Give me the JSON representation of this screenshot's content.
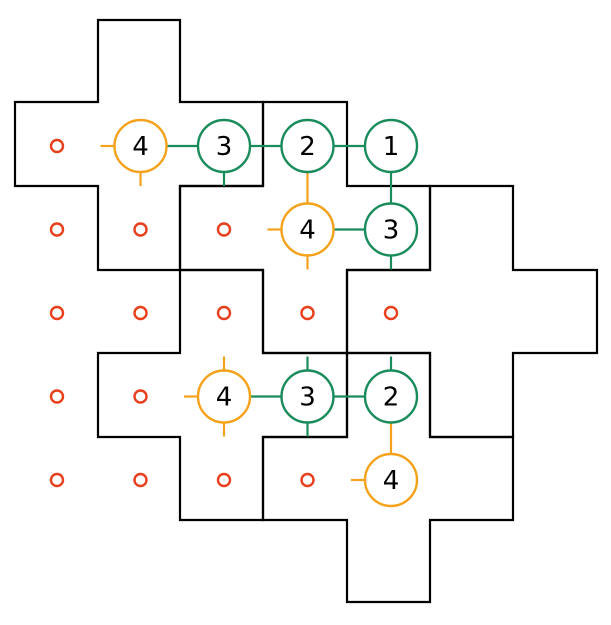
{
  "colors": {
    "background": "#ffffff",
    "outline": "#000000",
    "dot": "#e8401c",
    "complete": "#1a8c5b",
    "partial": "#f4a21b"
  },
  "grid": {
    "columns": 6,
    "rows": 6
  },
  "empty_dots": [
    {
      "row": 0,
      "col": 0
    },
    {
      "row": 1,
      "col": 0
    },
    {
      "row": 1,
      "col": 1
    },
    {
      "row": 1,
      "col": 2
    },
    {
      "row": 2,
      "col": 0
    },
    {
      "row": 2,
      "col": 1
    },
    {
      "row": 2,
      "col": 2
    },
    {
      "row": 2,
      "col": 3
    },
    {
      "row": 2,
      "col": 4
    },
    {
      "row": 3,
      "col": 0
    },
    {
      "row": 3,
      "col": 1
    },
    {
      "row": 4,
      "col": 0
    },
    {
      "row": 4,
      "col": 1
    },
    {
      "row": 4,
      "col": 2
    },
    {
      "row": 4,
      "col": 3
    }
  ],
  "clues": [
    {
      "row": 0,
      "col": 1,
      "value": "4",
      "status": "partial"
    },
    {
      "row": 0,
      "col": 2,
      "value": "3",
      "status": "complete"
    },
    {
      "row": 0,
      "col": 3,
      "value": "2",
      "status": "complete"
    },
    {
      "row": 0,
      "col": 4,
      "value": "1",
      "status": "complete"
    },
    {
      "row": 1,
      "col": 3,
      "value": "4",
      "status": "partial"
    },
    {
      "row": 1,
      "col": 4,
      "value": "3",
      "status": "complete"
    },
    {
      "row": 3,
      "col": 2,
      "value": "4",
      "status": "partial"
    },
    {
      "row": 3,
      "col": 3,
      "value": "3",
      "status": "complete"
    },
    {
      "row": 3,
      "col": 4,
      "value": "2",
      "status": "complete"
    },
    {
      "row": 4,
      "col": 4,
      "value": "4",
      "status": "partial"
    }
  ],
  "links": [
    {
      "a": [
        0,
        1
      ],
      "b": [
        0,
        2
      ],
      "status": "complete"
    },
    {
      "a": [
        0,
        2
      ],
      "b": [
        0,
        3
      ],
      "status": "complete"
    },
    {
      "a": [
        0,
        3
      ],
      "b": [
        0,
        4
      ],
      "status": "complete"
    },
    {
      "a": [
        0,
        3
      ],
      "b": [
        1,
        3
      ],
      "status": "partial"
    },
    {
      "a": [
        0,
        4
      ],
      "b": [
        1,
        4
      ],
      "status": "complete"
    },
    {
      "a": [
        1,
        3
      ],
      "b": [
        1,
        4
      ],
      "status": "complete"
    },
    {
      "a": [
        3,
        2
      ],
      "b": [
        3,
        3
      ],
      "status": "complete"
    },
    {
      "a": [
        3,
        3
      ],
      "b": [
        3,
        4
      ],
      "status": "complete"
    },
    {
      "a": [
        3,
        4
      ],
      "b": [
        4,
        4
      ],
      "status": "partial"
    }
  ],
  "stubs": [
    {
      "row": 0,
      "col": 1,
      "dir": "left",
      "status": "partial"
    },
    {
      "row": 0,
      "col": 1,
      "dir": "down",
      "status": "partial"
    },
    {
      "row": 0,
      "col": 2,
      "dir": "down",
      "status": "complete"
    },
    {
      "row": 1,
      "col": 3,
      "dir": "left",
      "status": "partial"
    },
    {
      "row": 1,
      "col": 3,
      "dir": "down",
      "status": "partial"
    },
    {
      "row": 1,
      "col": 4,
      "dir": "down",
      "status": "complete"
    },
    {
      "row": 3,
      "col": 2,
      "dir": "up",
      "status": "partial"
    },
    {
      "row": 3,
      "col": 2,
      "dir": "left",
      "status": "partial"
    },
    {
      "row": 3,
      "col": 2,
      "dir": "down",
      "status": "partial"
    },
    {
      "row": 3,
      "col": 3,
      "dir": "up",
      "status": "complete"
    },
    {
      "row": 3,
      "col": 3,
      "dir": "down",
      "status": "complete"
    },
    {
      "row": 3,
      "col": 4,
      "dir": "up",
      "status": "complete"
    },
    {
      "row": 4,
      "col": 4,
      "dir": "left",
      "status": "partial"
    }
  ]
}
